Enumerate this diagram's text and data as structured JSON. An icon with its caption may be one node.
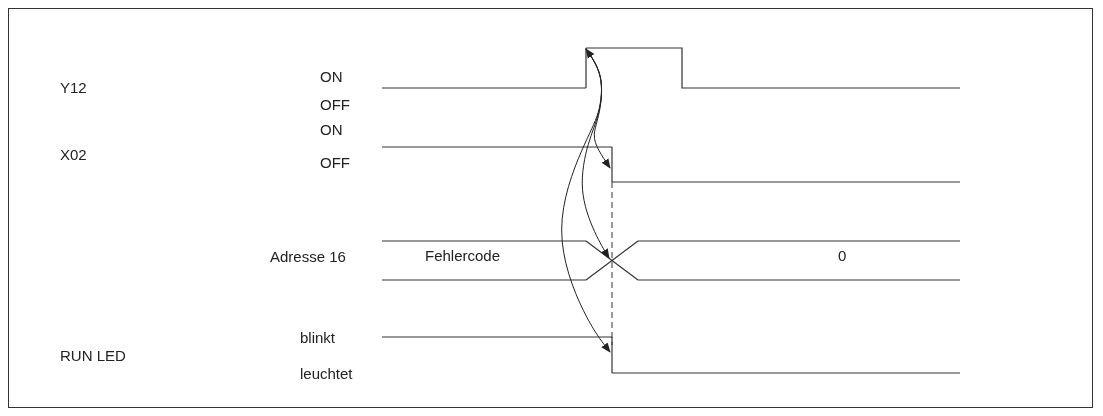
{
  "diagram": {
    "nodes": [
      {
        "text": [],
        "shape": "line"
      },
      {
        "text": [],
        "shape": "line"
      },
      {
        "text": [],
        "shape": "cross"
      },
      {
        "text": [],
        "shape": "line"
      }
    ],
    "edges": [
      {
        "from": 0,
        "to": 1,
        "arrow": "both"
      },
      {
        "from": 0,
        "to": 2,
        "arrow": "to"
      },
      {
        "from": 0,
        "to": 3,
        "arrow": "to"
      }
    ],
    "labels": [
      "Y12",
      "ON",
      "OFF",
      "ON",
      "X02",
      "OFF",
      "Adresse 16",
      "Fehlercode",
      "0",
      "blinkt",
      "RUN LED",
      "leuchtet"
    ]
  }
}
